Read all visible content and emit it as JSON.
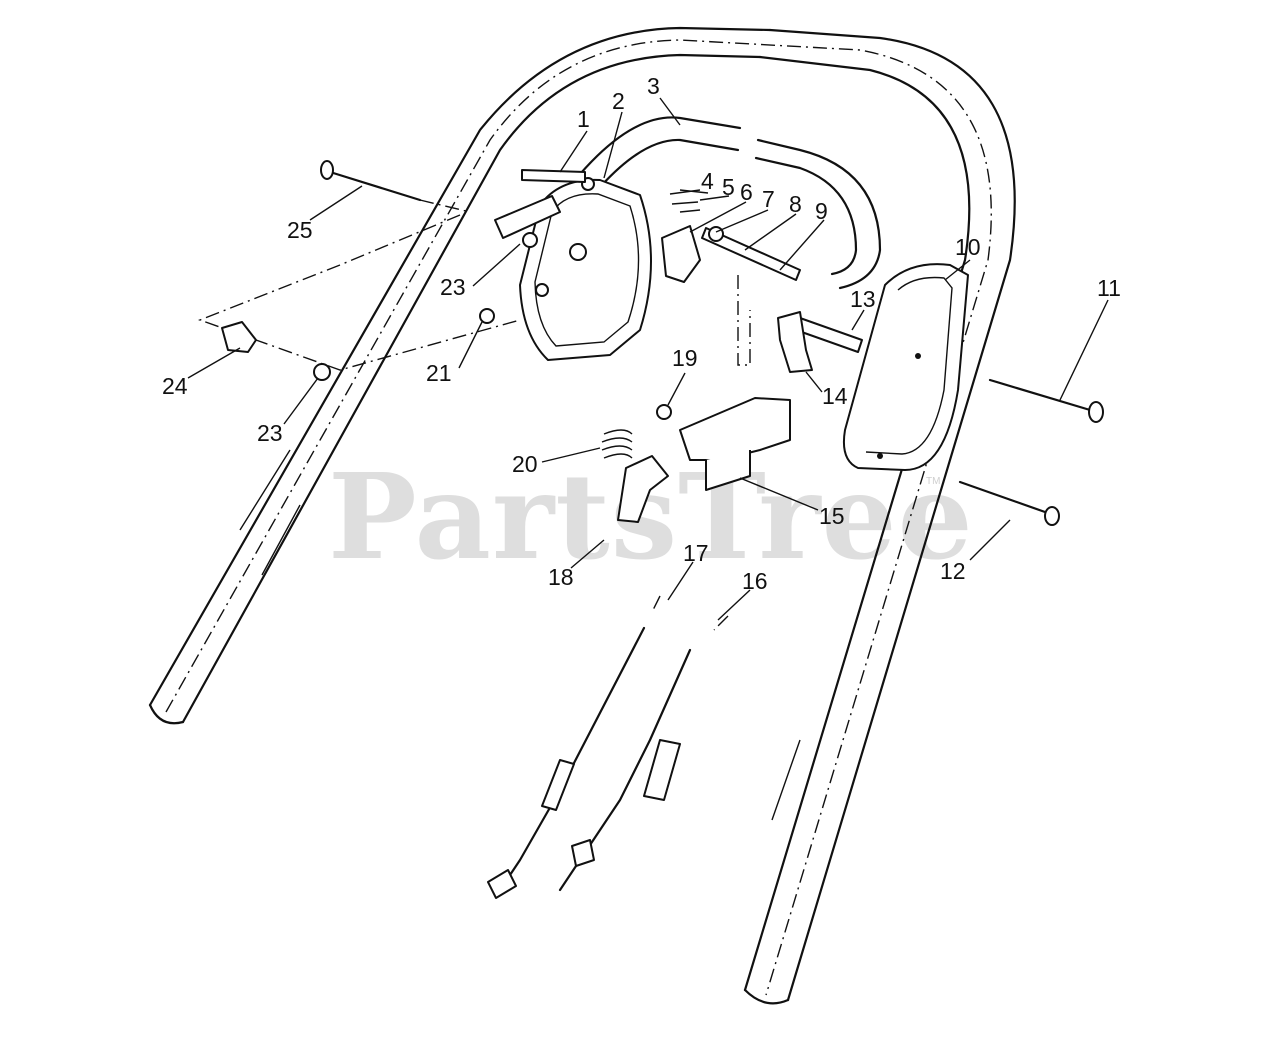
{
  "watermark": {
    "text": "PartsTree",
    "trademark": "TM"
  },
  "callouts": [
    {
      "id": "1",
      "label": "1"
    },
    {
      "id": "2",
      "label": "2"
    },
    {
      "id": "3",
      "label": "3"
    },
    {
      "id": "4",
      "label": "4"
    },
    {
      "id": "5",
      "label": "5"
    },
    {
      "id": "6",
      "label": "6"
    },
    {
      "id": "7",
      "label": "7"
    },
    {
      "id": "8",
      "label": "8"
    },
    {
      "id": "9",
      "label": "9"
    },
    {
      "id": "10",
      "label": "10"
    },
    {
      "id": "11",
      "label": "11"
    },
    {
      "id": "12",
      "label": "12"
    },
    {
      "id": "13",
      "label": "13"
    },
    {
      "id": "14",
      "label": "14"
    },
    {
      "id": "15",
      "label": "15"
    },
    {
      "id": "16",
      "label": "16"
    },
    {
      "id": "17",
      "label": "17"
    },
    {
      "id": "18",
      "label": "18"
    },
    {
      "id": "19",
      "label": "19"
    },
    {
      "id": "20",
      "label": "20"
    },
    {
      "id": "21",
      "label": "21"
    },
    {
      "id": "23a",
      "label": "23"
    },
    {
      "id": "23b",
      "label": "23"
    },
    {
      "id": "24",
      "label": "24"
    },
    {
      "id": "25",
      "label": "25"
    }
  ]
}
